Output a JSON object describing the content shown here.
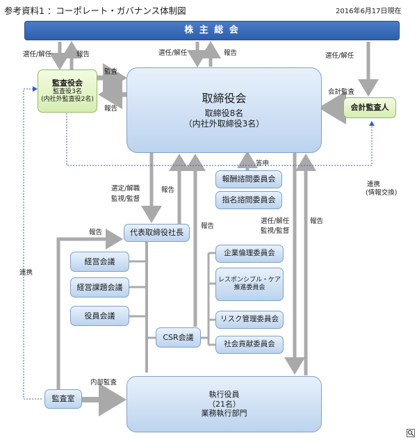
{
  "header": {
    "title": "参考資料1 ：コーポレート・ガバナンス体制図",
    "date": "2016年6月17日現在"
  },
  "shareholders": "株 主 総 会",
  "auditors_board": {
    "title": "監査役会",
    "line1": "監査役3名",
    "line2": "(内社外監査役2名)"
  },
  "board": {
    "title": "取締役会",
    "line1": "取締役8名",
    "line2": "（内社外取締役3名）"
  },
  "accounting_auditor": "会計監査人",
  "compensation_committee": "報酬諮問委員会",
  "nomination_committee": "指名諮問委員会",
  "president": "代表取締役社長",
  "management_meeting": "経営会議",
  "management_issues_meeting": "経営課題会議",
  "officers_meeting": "役員会議",
  "csr_meeting": "CSR会議",
  "committees": {
    "ethics": "企業倫理委員会",
    "responsible_care_1": "レスポンシブル・ケア",
    "responsible_care_2": "推進委員会",
    "risk": "リスク管理委員会",
    "social": "社会貢献委員会"
  },
  "audit_office": "監査室",
  "executive": {
    "title": "執行役員",
    "line1": "（21名）",
    "line2": "業務執行部門"
  },
  "labels": {
    "elect_dismiss_1": "選任/解任",
    "report_1": "報告",
    "elect_dismiss_2": "選任/解任",
    "report_2": "報告",
    "elect_dismiss_3": "選任/解任",
    "audit": "監査",
    "report_3": "報告",
    "accounting_audit": "会計監査",
    "consult": "答申",
    "coop_right": "連携",
    "info_exchange": "(情報交換)",
    "select_dismiss": "選定/解職",
    "supervise_1": "監視/監督",
    "report_4": "報告",
    "report_5": "報告",
    "elect_dismiss_4": "選任/解任",
    "supervise_2": "監視/監督",
    "report_6": "報告",
    "report_7": "報告",
    "coop_left": "連携",
    "internal_audit": "内部監査"
  }
}
